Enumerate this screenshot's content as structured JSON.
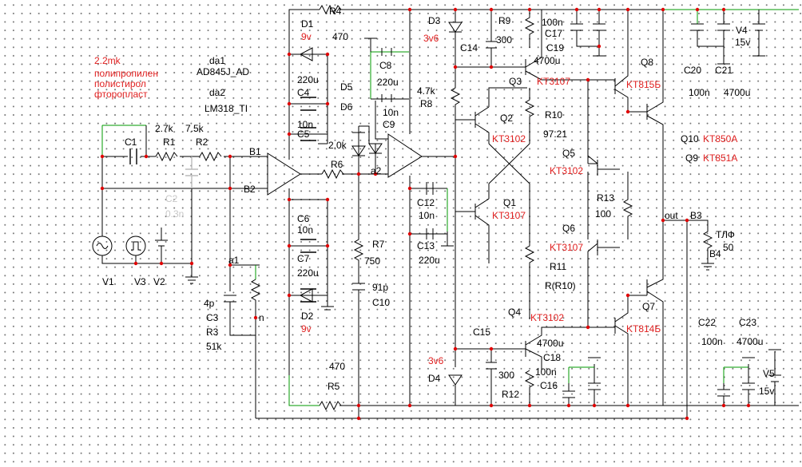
{
  "notes": [
    "2.2mk",
    "полипропилен",
    "полистирол",
    "фторопласт"
  ],
  "ics": [
    {
      "ref": "da1",
      "part": "AD845J_AD"
    },
    {
      "ref": "da2",
      "part": "LM318_TI"
    }
  ],
  "resistors": {
    "R1": {
      "ref": "R1",
      "value": "2.7k"
    },
    "R2": {
      "ref": "R2",
      "value": "7.5k"
    },
    "R3": {
      "ref": "R3",
      "value": "51k"
    },
    "R4": {
      "ref": "R4",
      "value": "470"
    },
    "R5": {
      "ref": "R5",
      "value": "470"
    },
    "R6": {
      "ref": "R6",
      "value": "2.0k"
    },
    "R7": {
      "ref": "R7",
      "value": "750"
    },
    "R8": {
      "ref": "R8",
      "value": "4.7k"
    },
    "R9": {
      "ref": "R9",
      "value": "300"
    },
    "R10": {
      "ref": "R10",
      "value": "97.21"
    },
    "R11": {
      "ref": "R11",
      "value": "R(R10)"
    },
    "R12": {
      "ref": "R12",
      "value": "300"
    },
    "R13": {
      "ref": "R13",
      "value": "100"
    }
  },
  "capacitors": {
    "C1": {
      "ref": "C1"
    },
    "C2": {
      "ref": "C2",
      "value": "0.3n"
    },
    "C3": {
      "ref": "C3",
      "value": "4p"
    },
    "C4": {
      "ref": "C4",
      "value": "220u"
    },
    "C5": {
      "ref": "C5",
      "value": "10n"
    },
    "C6": {
      "ref": "C6",
      "value": "10n"
    },
    "C7": {
      "ref": "C7",
      "value": "220u"
    },
    "C8": {
      "ref": "C8",
      "value": "220u"
    },
    "C9": {
      "ref": "C9",
      "value": "10n"
    },
    "C10": {
      "ref": "C10",
      "value": "91p"
    },
    "C12": {
      "ref": "C12",
      "value": "10n"
    },
    "C13": {
      "ref": "C13",
      "value": "220u"
    },
    "C14": {
      "ref": "C14"
    },
    "C15": {
      "ref": "C15"
    },
    "C16": {
      "ref": "C16"
    },
    "C17": {
      "ref": "C17",
      "value": "100n"
    },
    "C18": {
      "ref": "C18",
      "value": "4700u"
    },
    "C19": {
      "ref": "C19",
      "value": "4700u"
    },
    "C20": {
      "ref": "C20",
      "value": "100n"
    },
    "C21": {
      "ref": "C21",
      "value": "4700u"
    },
    "C22": {
      "ref": "C22",
      "value": "100n"
    },
    "C23": {
      "ref": "C23",
      "value": "4700u"
    },
    "C16v": {
      "value": "100n"
    }
  },
  "diodes": {
    "D1": {
      "ref": "D1",
      "value": "9v"
    },
    "D2": {
      "ref": "D2",
      "value": "9v"
    },
    "D3": {
      "ref": "D3",
      "value": "3v6"
    },
    "D4": {
      "ref": "D4",
      "value": "3v6"
    },
    "D5": {
      "ref": "D5"
    },
    "D6": {
      "ref": "D6"
    }
  },
  "transistors": {
    "Q1": {
      "ref": "Q1",
      "part": "KT3107"
    },
    "Q2": {
      "ref": "Q2",
      "part": "KT3102"
    },
    "Q3": {
      "ref": "Q3",
      "part": "KT3107"
    },
    "Q4": {
      "ref": "Q4",
      "part": "KT3102"
    },
    "Q5": {
      "ref": "Q5",
      "part": "KT3102"
    },
    "Q6": {
      "ref": "Q6",
      "part": "KT3107"
    },
    "Q7": {
      "ref": "Q7",
      "part": "KT814Б"
    },
    "Q8": {
      "ref": "Q8",
      "part": "KT815Б"
    },
    "Q9": {
      "ref": "Q9",
      "part": "KT851A"
    },
    "Q10": {
      "ref": "Q10",
      "part": "KT850A"
    }
  },
  "sources": {
    "V1": "V1",
    "V2": "V2",
    "V3": "V3",
    "V4": {
      "ref": "V4",
      "value": "15v"
    },
    "V5": {
      "ref": "V5",
      "value": "15v"
    }
  },
  "nodes": {
    "B1": "B1",
    "B2": "B2",
    "B3": "B3",
    "B4": "B4",
    "a1": "a1",
    "a2": "a2",
    "n": "n",
    "out": "out"
  },
  "load": {
    "label": "ТЛФ",
    "value": "50"
  },
  "colors": {
    "wire": "#000000",
    "green_wire": "#009900",
    "red_text": "#e02020",
    "junction": "#e00000",
    "grid_dot": "#777777",
    "disabled": "#c8c8c8"
  }
}
